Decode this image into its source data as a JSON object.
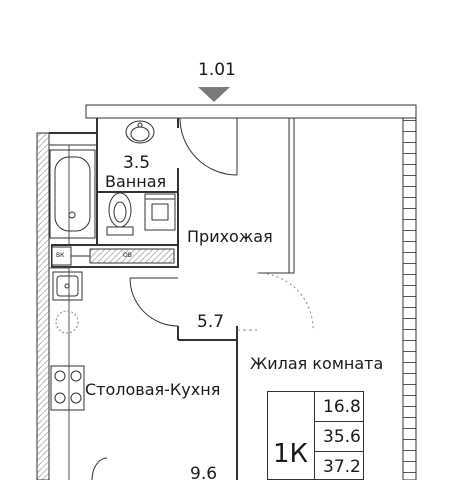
{
  "plan": {
    "apartment_number": "1.01",
    "rooms": {
      "bathroom": {
        "name": "Ванная",
        "area": "3.5"
      },
      "hallway": {
        "name": "Прихожая",
        "area": "5.7"
      },
      "kitchen": {
        "name": "Столовая-Кухня",
        "area": "9.6"
      },
      "living": {
        "name": "Жилая комната"
      }
    },
    "fixtures": {
      "vk_label": "ВК",
      "ov_label": "ОВ"
    },
    "summary": {
      "type": "1К",
      "living_area": "16.8",
      "total_area": "35.6",
      "full_area": "37.2"
    }
  }
}
